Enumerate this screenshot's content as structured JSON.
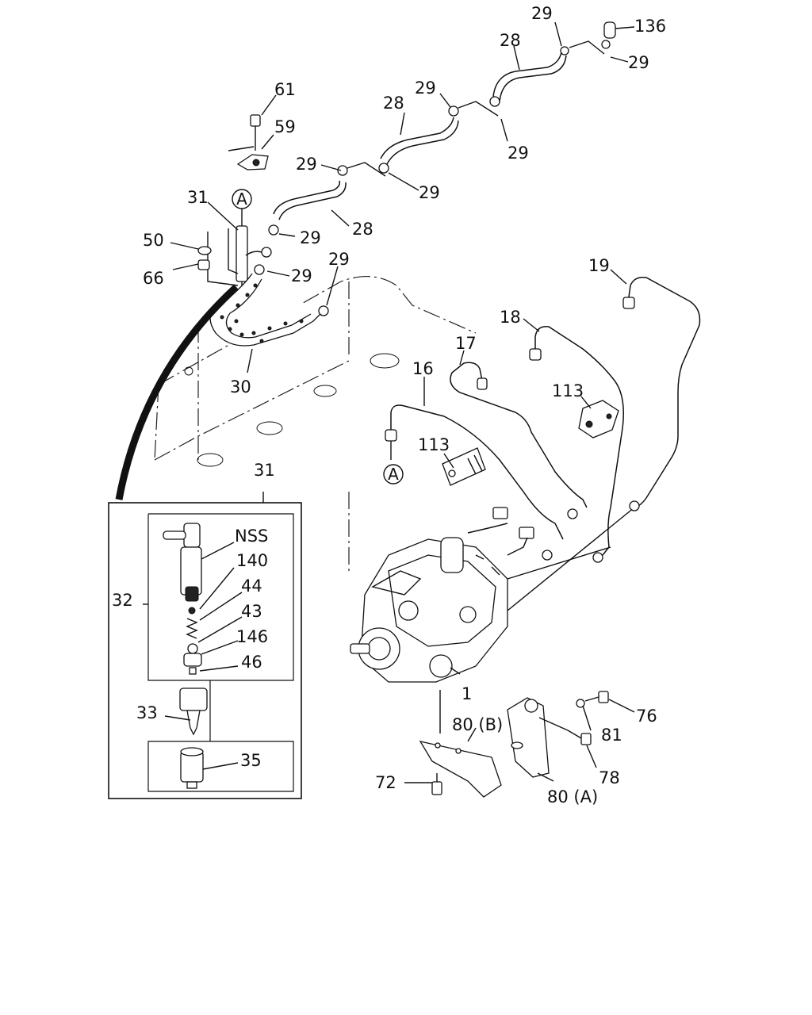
{
  "callouts": [
    {
      "id": "c29-top",
      "label": "29"
    },
    {
      "id": "c136",
      "label": "136"
    },
    {
      "id": "c28-top",
      "label": "28"
    },
    {
      "id": "c29-top-right",
      "label": "29"
    },
    {
      "id": "c29-mid-left",
      "label": "29"
    },
    {
      "id": "c28-mid",
      "label": "28"
    },
    {
      "id": "c29-mid-right",
      "label": "29"
    },
    {
      "id": "c61",
      "label": "61"
    },
    {
      "id": "c59",
      "label": "59"
    },
    {
      "id": "c29-upper-left",
      "label": "29"
    },
    {
      "id": "c29-upper-right",
      "label": "29"
    },
    {
      "id": "c31-top",
      "label": "31"
    },
    {
      "id": "c28-lower",
      "label": "28"
    },
    {
      "id": "c29-hose-a",
      "label": "29"
    },
    {
      "id": "c50",
      "label": "50"
    },
    {
      "id": "c29-hose-b",
      "label": "29"
    },
    {
      "id": "c66",
      "label": "66"
    },
    {
      "id": "c29-hose-c",
      "label": "29"
    },
    {
      "id": "c19",
      "label": "19"
    },
    {
      "id": "c18",
      "label": "18"
    },
    {
      "id": "c17",
      "label": "17"
    },
    {
      "id": "c16",
      "label": "16"
    },
    {
      "id": "c30",
      "label": "30"
    },
    {
      "id": "c113-right",
      "label": "113"
    },
    {
      "id": "c113-left",
      "label": "113"
    },
    {
      "id": "c31-box",
      "label": "31"
    },
    {
      "id": "cNSS",
      "label": "NSS"
    },
    {
      "id": "c140",
      "label": "140"
    },
    {
      "id": "c32",
      "label": "32"
    },
    {
      "id": "c44",
      "label": "44"
    },
    {
      "id": "c43",
      "label": "43"
    },
    {
      "id": "c146",
      "label": "146"
    },
    {
      "id": "c46",
      "label": "46"
    },
    {
      "id": "c1",
      "label": "1"
    },
    {
      "id": "c33",
      "label": "33"
    },
    {
      "id": "c76",
      "label": "76"
    },
    {
      "id": "c80b",
      "label": "80 (B)"
    },
    {
      "id": "c81",
      "label": "81"
    },
    {
      "id": "c35",
      "label": "35"
    },
    {
      "id": "c78",
      "label": "78"
    },
    {
      "id": "c72",
      "label": "72"
    },
    {
      "id": "c80a",
      "label": "80 (A)"
    }
  ],
  "markers": [
    {
      "id": "a-top",
      "label": "A"
    },
    {
      "id": "a-lower",
      "label": "A"
    }
  ]
}
